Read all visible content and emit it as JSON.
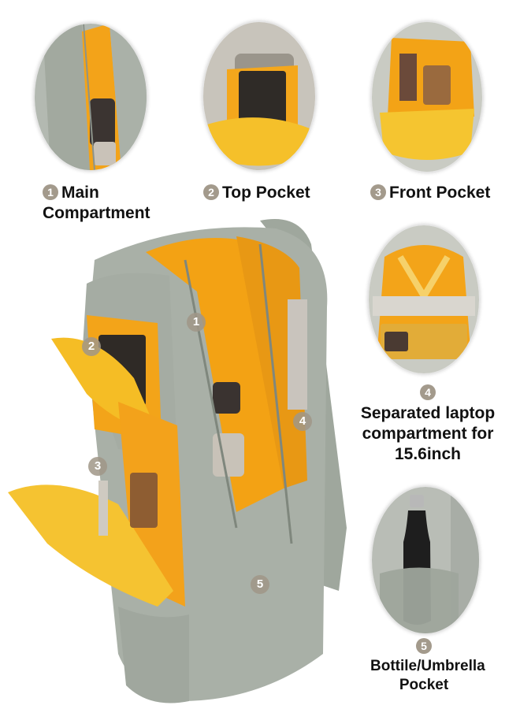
{
  "features": [
    {
      "number": "1",
      "label_line1": "Main",
      "label_line2": "Compartment"
    },
    {
      "number": "2",
      "label": "Top Pocket"
    },
    {
      "number": "3",
      "label": "Front Pocket"
    },
    {
      "number": "4",
      "label_line1": "Separated laptop",
      "label_line2": "compartment for",
      "label_line3": "15.6inch"
    },
    {
      "number": "5",
      "label_line1": "Bottile/Umbrella",
      "label_line2": "Pocket"
    }
  ],
  "markers": [
    "1",
    "2",
    "3",
    "4",
    "5"
  ],
  "colors": {
    "bag_gray": "#a7aea5",
    "lining_orange": "#f5a515",
    "number_badge": "#a39a8c"
  },
  "icons": [
    "main-compartment-photo",
    "top-pocket-photo",
    "front-pocket-photo",
    "laptop-compartment-photo",
    "bottle-pocket-photo",
    "backpack-photo"
  ]
}
